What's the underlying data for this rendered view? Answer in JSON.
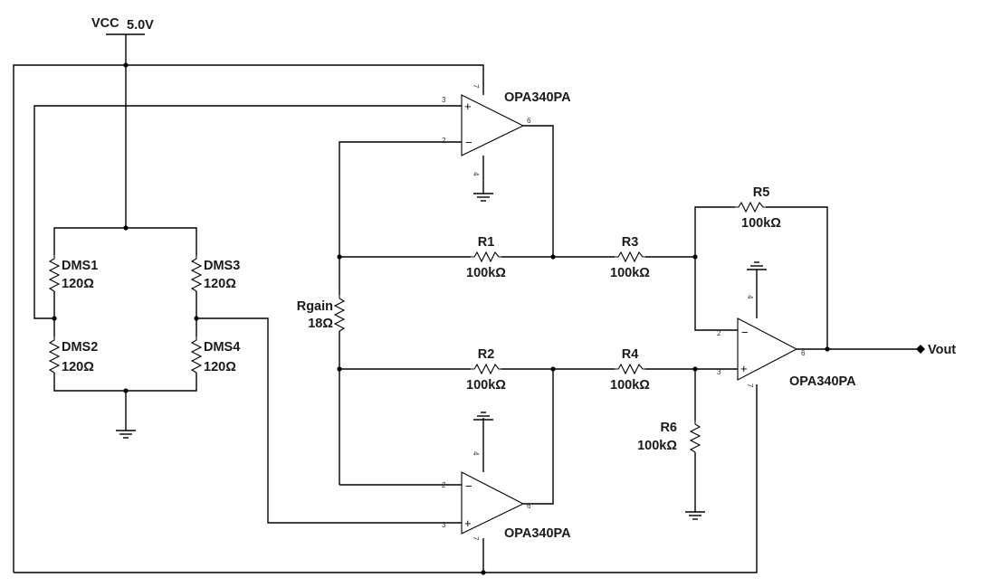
{
  "schematic": {
    "supply": {
      "name": "VCC",
      "value": "5.0V"
    },
    "bridge": {
      "dms1": {
        "name": "DMS1",
        "value": "120Ω"
      },
      "dms2": {
        "name": "DMS2",
        "value": "120Ω"
      },
      "dms3": {
        "name": "DMS3",
        "value": "120Ω"
      },
      "dms4": {
        "name": "DMS4",
        "value": "120Ω"
      }
    },
    "rgain": {
      "name": "Rgain",
      "value": "18Ω"
    },
    "r1": {
      "name": "R1",
      "value": "100kΩ"
    },
    "r2": {
      "name": "R2",
      "value": "100kΩ"
    },
    "r3": {
      "name": "R3",
      "value": "100kΩ"
    },
    "r4": {
      "name": "R4",
      "value": "100kΩ"
    },
    "r5": {
      "name": "R5",
      "value": "100kΩ"
    },
    "r6": {
      "name": "R6",
      "value": "100kΩ"
    },
    "opamp_top": {
      "part": "OPA340PA",
      "pins": {
        "vplus": "7",
        "inp": "3",
        "inn": "2",
        "out": "6",
        "gnd": "4"
      }
    },
    "opamp_bottom": {
      "part": "OPA340PA",
      "pins": {
        "vplus": "7",
        "inp": "3",
        "inn": "2",
        "out": "6",
        "gnd": "4"
      }
    },
    "opamp_out": {
      "part": "OPA340PA",
      "pins": {
        "vplus": "7",
        "inp": "3",
        "inn": "2",
        "out": "6",
        "gnd": "4"
      }
    },
    "output": {
      "name": "Vout"
    },
    "signs": {
      "plus": "+",
      "minus": "−"
    }
  }
}
